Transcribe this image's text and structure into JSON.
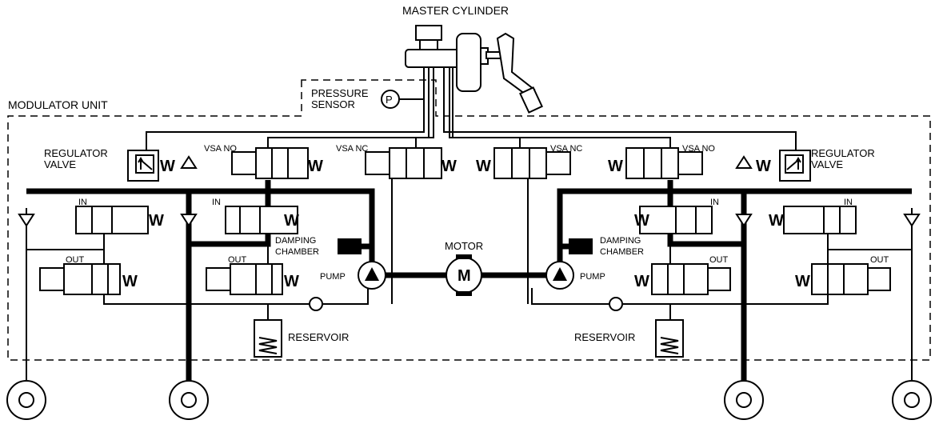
{
  "labels": {
    "master_cylinder": "MASTER CYLINDER",
    "modulator_unit": "MODULATOR UNIT",
    "pressure_sensor_1": "PRESSURE",
    "pressure_sensor_2": "SENSOR",
    "pressure_symbol": "P",
    "regulator_left_1": "REGULATOR",
    "regulator_left_2": "VALVE",
    "regulator_right_1": "REGULATOR",
    "regulator_right_2": "VALVE",
    "vsa_no_left": "VSA NO",
    "vsa_nc_left": "VSA NC",
    "vsa_nc_right": "VSA NC",
    "vsa_no_right": "VSA NO",
    "in_1": "IN",
    "in_2": "IN",
    "in_3": "IN",
    "in_4": "IN",
    "out_1": "OUT",
    "out_2": "OUT",
    "out_3": "OUT",
    "out_4": "OUT",
    "damping_left_1": "DAMPING",
    "damping_left_2": "CHAMBER",
    "damping_right_1": "DAMPING",
    "damping_right_2": "CHAMBER",
    "motor": "MOTOR",
    "motor_symbol": "M",
    "pump_left": "PUMP",
    "pump_right": "PUMP",
    "reservoir_left": "RESERVOIR",
    "reservoir_right": "RESERVOIR",
    "spring_symbol": "W"
  }
}
